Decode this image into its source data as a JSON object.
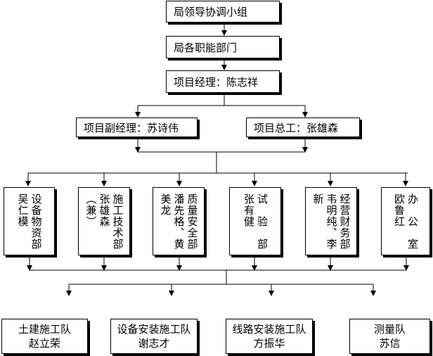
{
  "levels": {
    "bureau_leaders": "局领导协调小组",
    "bureau_departments": "局各职能部门",
    "project_manager": "项目经理：陈志祥",
    "deputy_manager": "项目副经理：苏诗伟",
    "chief_engineer": "项目总工：张雄森"
  },
  "departments": [
    {
      "lines": [
        "设备物资部",
        "吴仁模"
      ]
    },
    {
      "lines": [
        "施工技术部",
        "张雄森（兼）"
      ]
    },
    {
      "lines": [
        "质量安全部",
        "潘先格、黄美龙"
      ]
    },
    {
      "lines": [
        "试　验　部",
        "张有健"
      ]
    },
    {
      "lines": [
        "经营财务部",
        "韦明纯、李新"
      ]
    },
    {
      "lines": [
        "办　公　室",
        "欧鲁红"
      ]
    }
  ],
  "teams": [
    {
      "name": "土建施工队",
      "leader": "赵立荣"
    },
    {
      "name": "设备安装施工队",
      "leader": "谢志才"
    },
    {
      "name": "线路安装施工队",
      "leader": "方振华"
    },
    {
      "name": "测量队",
      "leader": "苏信"
    }
  ]
}
